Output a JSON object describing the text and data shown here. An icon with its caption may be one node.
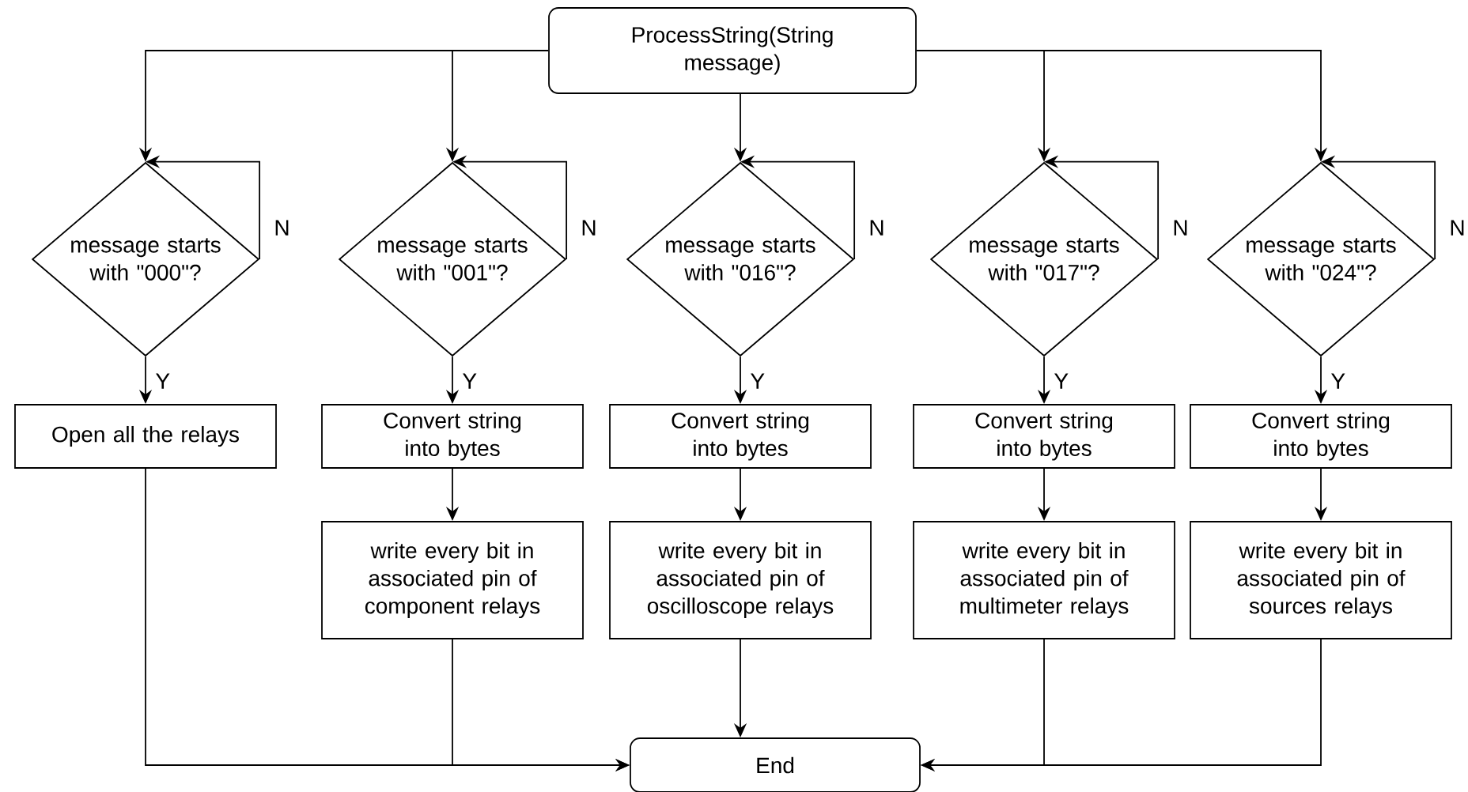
{
  "diagram": {
    "nodes": [
      {
        "text": [
          "ProcessString(String message)"
        ]
      },
      {
        "text": [
          "message starts with \"000\"?"
        ]
      },
      {
        "text": [
          "message starts with \"001\"?"
        ]
      },
      {
        "text": [
          "message starts with \"016\"?"
        ]
      },
      {
        "text": [
          "message starts with \"017\"?"
        ]
      },
      {
        "text": [
          "message starts with \"024\"?"
        ]
      },
      {
        "text": [
          "Open all the relays"
        ]
      },
      {
        "text": [
          "Convert string into bytes"
        ]
      },
      {
        "text": [
          "write every bit in associated pin of component relays"
        ]
      },
      {
        "text": [
          "Convert string into bytes"
        ]
      },
      {
        "text": [
          "write every bit in associated pin of oscilloscope relays"
        ]
      },
      {
        "text": [
          "Convert string into bytes"
        ]
      },
      {
        "text": [
          "write every bit in associated pin of multimeter relays"
        ]
      },
      {
        "text": [
          "Convert string into bytes"
        ]
      },
      {
        "text": [
          "write every bit in associated pin of sources relays"
        ]
      },
      {
        "text": [
          "End"
        ]
      }
    ],
    "edges": [
      {
        "from": 0,
        "to": 1,
        "arrow": "to"
      },
      {
        "from": 0,
        "to": 2,
        "arrow": "to"
      },
      {
        "from": 0,
        "to": 3,
        "arrow": "to"
      },
      {
        "from": 0,
        "to": 4,
        "arrow": "to"
      },
      {
        "from": 0,
        "to": 5,
        "arrow": "to"
      },
      {
        "from": 1,
        "to": 1,
        "arrow": "to",
        "label": "N"
      },
      {
        "from": 2,
        "to": 2,
        "arrow": "to",
        "label": "N"
      },
      {
        "from": 3,
        "to": 3,
        "arrow": "to",
        "label": "N"
      },
      {
        "from": 4,
        "to": 4,
        "arrow": "to",
        "label": "N"
      },
      {
        "from": 5,
        "to": 5,
        "arrow": "to",
        "label": "N"
      },
      {
        "from": 1,
        "to": 6,
        "arrow": "to",
        "label": "Y"
      },
      {
        "from": 2,
        "to": 7,
        "arrow": "to",
        "label": "Y"
      },
      {
        "from": 3,
        "to": 9,
        "arrow": "to",
        "label": "Y"
      },
      {
        "from": 4,
        "to": 11,
        "arrow": "to",
        "label": "Y"
      },
      {
        "from": 5,
        "to": 13,
        "arrow": "to",
        "label": "Y"
      },
      {
        "from": 7,
        "to": 8,
        "arrow": "to"
      },
      {
        "from": 9,
        "to": 10,
        "arrow": "to"
      },
      {
        "from": 11,
        "to": 12,
        "arrow": "to"
      },
      {
        "from": 13,
        "to": 14,
        "arrow": "to"
      },
      {
        "from": 6,
        "to": 15,
        "arrow": "to"
      },
      {
        "from": 8,
        "to": 15,
        "arrow": "to"
      },
      {
        "from": 10,
        "to": 15,
        "arrow": "to"
      },
      {
        "from": 12,
        "to": 15,
        "arrow": "to"
      },
      {
        "from": 14,
        "to": 15,
        "arrow": "to"
      }
    ]
  }
}
